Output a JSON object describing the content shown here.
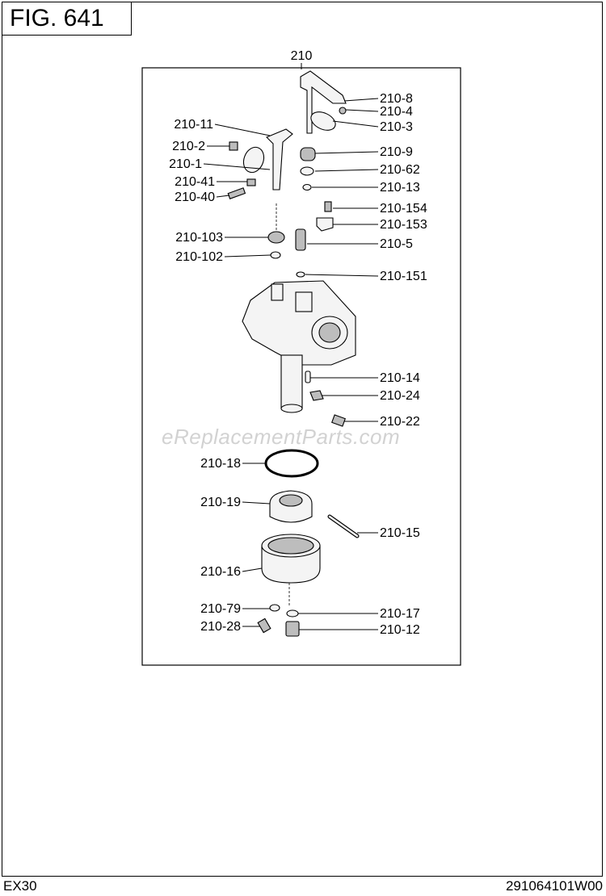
{
  "figure": {
    "title": "FIG. 641",
    "model": "EX30",
    "code": "291064101W00",
    "assembly_label": "210",
    "watermark": "eReplacementParts.com"
  },
  "callouts": [
    {
      "id": "210-8"
    },
    {
      "id": "210-4"
    },
    {
      "id": "210-3"
    },
    {
      "id": "210-11"
    },
    {
      "id": "210-2"
    },
    {
      "id": "210-9"
    },
    {
      "id": "210-1"
    },
    {
      "id": "210-62"
    },
    {
      "id": "210-41"
    },
    {
      "id": "210-13"
    },
    {
      "id": "210-40"
    },
    {
      "id": "210-154"
    },
    {
      "id": "210-153"
    },
    {
      "id": "210-103"
    },
    {
      "id": "210-5"
    },
    {
      "id": "210-102"
    },
    {
      "id": "210-151"
    },
    {
      "id": "210-14"
    },
    {
      "id": "210-24"
    },
    {
      "id": "210-22"
    },
    {
      "id": "210-18"
    },
    {
      "id": "210-19"
    },
    {
      "id": "210-15"
    },
    {
      "id": "210-16"
    },
    {
      "id": "210-79"
    },
    {
      "id": "210-17"
    },
    {
      "id": "210-28"
    },
    {
      "id": "210-12"
    }
  ]
}
